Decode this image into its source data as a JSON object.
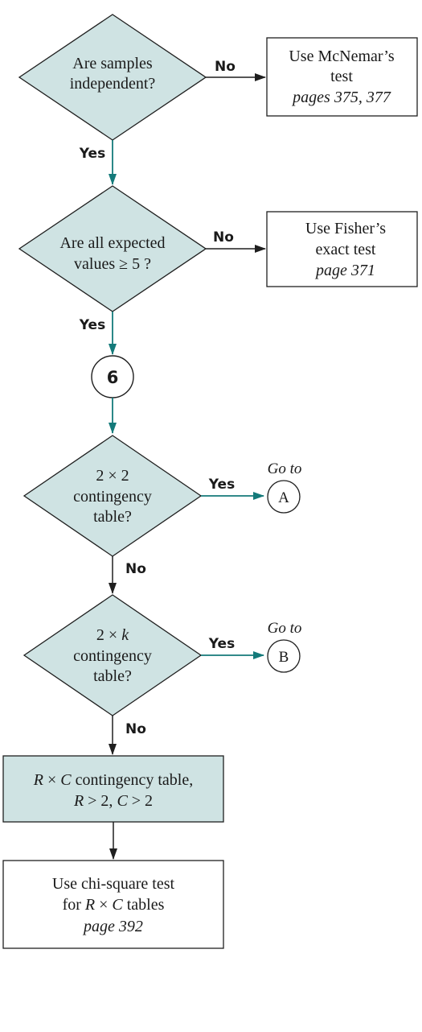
{
  "colors": {
    "diamond_fill": "#cfe3e3",
    "teal_arrow": "#147a7a",
    "dark_arrow": "#1f1f1f",
    "box_fill": "#ffffff",
    "shaded_box_fill": "#cfe3e3"
  },
  "q1": {
    "line1": "Are samples",
    "line2": "independent?"
  },
  "r1": {
    "line1": "Use McNemar’s",
    "line2": "test",
    "line3": "pages 375, 377"
  },
  "q2": {
    "line1": "Are all expected",
    "line2": "values ≥ 5 ?"
  },
  "r2": {
    "line1": "Use Fisher’s",
    "line2": "exact test",
    "line3": "page 371"
  },
  "connector": {
    "label": "6"
  },
  "q3": {
    "line1a": "2 × 2",
    "line2": "contingency",
    "line3": "table?"
  },
  "goto_a": {
    "label": "Go to",
    "target": "A"
  },
  "q4": {
    "line1_prefix": "2 × ",
    "line1_var": "k",
    "line2": "contingency",
    "line3": "table?"
  },
  "goto_b": {
    "label": "Go to",
    "target": "B"
  },
  "rc": {
    "r": "R",
    "times": " × ",
    "c": "C",
    "rest1": " contingency table,",
    "r2": "R",
    "gt2a": " > 2, ",
    "c2": "C",
    "gt2b": " > 2"
  },
  "final": {
    "line1": "Use chi-square test",
    "prefix2": "for ",
    "r": "R",
    "times": " × ",
    "c": "C",
    "suffix2": " tables",
    "line3": "page 392"
  },
  "labels": {
    "no": "No",
    "yes": "Yes"
  }
}
